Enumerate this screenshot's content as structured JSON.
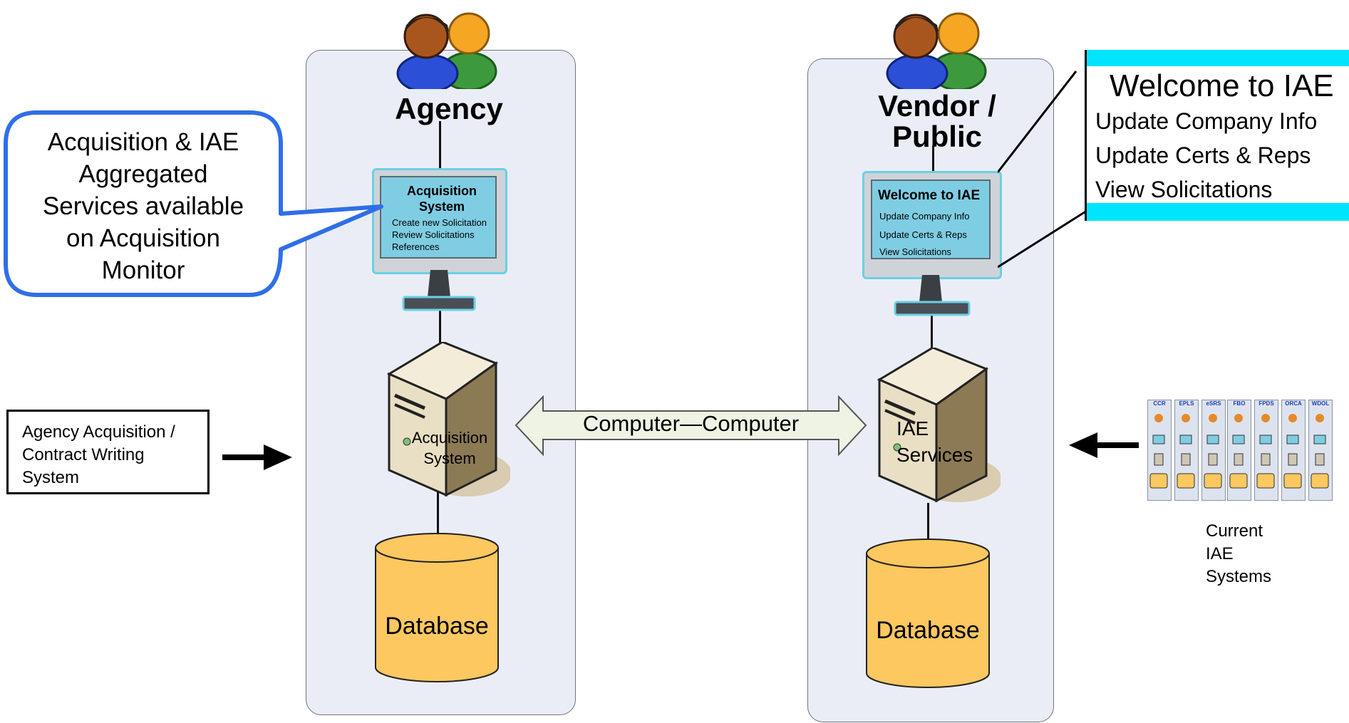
{
  "agency": {
    "title": "Agency",
    "screen_title": "Acquisition System",
    "screen_items": [
      "Create new Solicitation",
      "Review Solicitations",
      "References"
    ],
    "server_label": "Acquisition System",
    "database_label": "Database"
  },
  "vendor": {
    "title": "Vendor / Public",
    "screen_title": "Welcome to IAE",
    "screen_items": [
      "Update Company Info",
      "Update Certs  & Reps",
      "View Solicitations"
    ],
    "server_label": "IAE Services",
    "database_label": "Database"
  },
  "connection_label": "Computer—Computer",
  "callout_text": "Acquisition & IAE Aggregated Services available on Acquisition Monitor",
  "agency_system_box": "Agency Acquisition / Contract Writing System",
  "zoom_panel": {
    "title": "Welcome to IAE",
    "items": [
      "Update Company Info",
      "Update Certs  & Reps",
      "View Solicitations"
    ]
  },
  "current_systems": {
    "caption": "Current IAE Systems",
    "names": [
      "CCR",
      "EPLS",
      "eSRS",
      "FBO",
      "FPDS",
      "ORCA",
      "WDOL"
    ]
  },
  "colors": {
    "panel_fill": "#eaedf6",
    "database_fill": "#fcc85f",
    "screen_fill": "#7fcde3",
    "callout_border": "#2f6fe6",
    "zoom_bar": "#00e5ff"
  }
}
